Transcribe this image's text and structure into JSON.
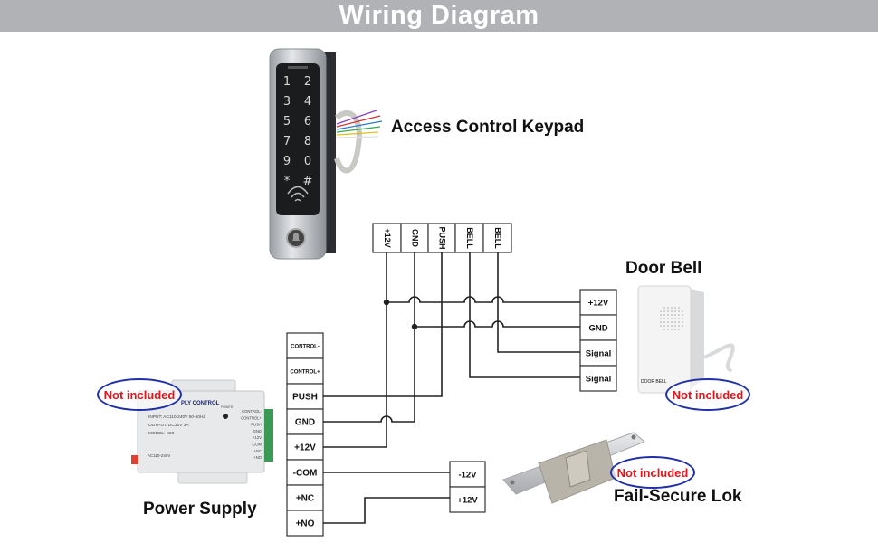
{
  "title": "Wiring Diagram",
  "devices": {
    "keypad": {
      "label": "Access Control Keypad",
      "keys": [
        "1",
        "2",
        "3",
        "4",
        "5",
        "6",
        "7",
        "8",
        "9",
        "0",
        "*",
        "#"
      ],
      "terminals": [
        "+12V",
        "GND",
        "PUSH",
        "BELL",
        "BELL"
      ]
    },
    "door_bell": {
      "label": "Door Bell",
      "printed_text": "DOOR BELL",
      "badge": "Not included",
      "terminals": [
        "+12V",
        "GND",
        "Signal",
        "Signal"
      ]
    },
    "power_supply": {
      "label": "Power Supply",
      "badge": "Not included",
      "panel_title": "PLY CONTROL",
      "panel_lines": [
        "INPUT: AC110-240V 50-60HZ",
        "OUTPUT: DC12V 3A",
        "MODEL: K80"
      ],
      "panel_bottom": "AC110-240V",
      "panel_power": "POWER",
      "panel_side_labels": [
        "CONTROL-",
        "CONTROL+",
        "PUSH",
        "GND",
        "+12V",
        "-COM",
        "+NC",
        "+NO"
      ],
      "terminals": [
        "CONTROL-",
        "CONTROL+",
        "PUSH",
        "GND",
        "+12V",
        "-COM",
        "+NC",
        "+NO"
      ]
    },
    "lock": {
      "label": "Fail-Secure Lok",
      "badge": "Not included",
      "terminals": [
        "-12V",
        "+12V"
      ]
    }
  },
  "colors": {
    "title_bar": "#b0b2b5",
    "badge_text": "#e3141b",
    "badge_outline": "#1f2fa8",
    "wire": "#222222"
  }
}
